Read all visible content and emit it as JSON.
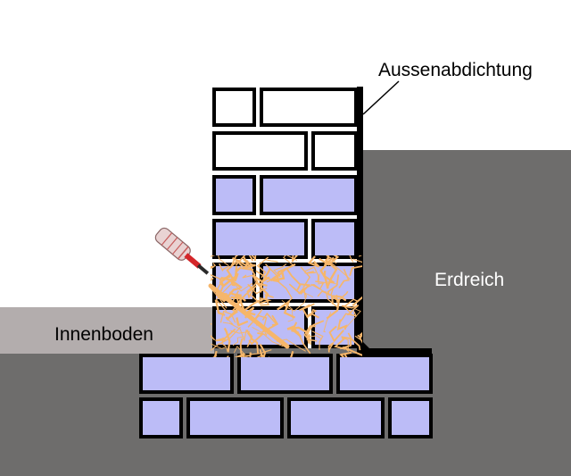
{
  "labels": {
    "outer_seal": "Aussenabdichtung",
    "soil": "Erdreich",
    "inner_floor": "Innenboden"
  },
  "colors": {
    "background": "#ffffff",
    "soil": "#6e6d6c",
    "inner_floor": "#b3adad",
    "wet_brick": "#bcbcf7",
    "dry_brick": "#ffffff",
    "brick_outline": "#000000",
    "injection_cream": "#f6b66a",
    "injector": "#d4262a"
  },
  "icons": {
    "injector": "injection-cartridge-icon"
  }
}
